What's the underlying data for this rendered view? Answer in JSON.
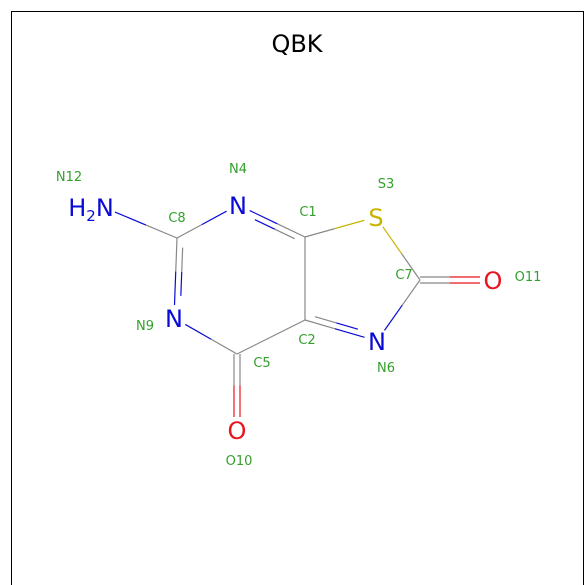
{
  "title": "QBK",
  "colors": {
    "N": "#0a0ad6",
    "O": "#e8141e",
    "S": "#c8b400",
    "C": "#888888",
    "index": "#33a02c"
  },
  "atoms": [
    {
      "id": "N12",
      "symbol": "H2N",
      "element": "N",
      "index_label": "N12"
    },
    {
      "id": "C8",
      "symbol": "",
      "element": "C",
      "index_label": "C8"
    },
    {
      "id": "N4",
      "symbol": "N",
      "element": "N",
      "index_label": "N4"
    },
    {
      "id": "C1",
      "symbol": "",
      "element": "C",
      "index_label": "C1"
    },
    {
      "id": "S3",
      "symbol": "S",
      "element": "S",
      "index_label": "S3"
    },
    {
      "id": "C7",
      "symbol": "",
      "element": "C",
      "index_label": "C7"
    },
    {
      "id": "O11",
      "symbol": "O",
      "element": "O",
      "index_label": "O11"
    },
    {
      "id": "N6",
      "symbol": "N",
      "element": "N",
      "index_label": "N6"
    },
    {
      "id": "C2",
      "symbol": "",
      "element": "C",
      "index_label": "C2"
    },
    {
      "id": "C5",
      "symbol": "",
      "element": "C",
      "index_label": "C5"
    },
    {
      "id": "O10",
      "symbol": "O",
      "element": "O",
      "index_label": "O10"
    },
    {
      "id": "N9",
      "symbol": "N",
      "element": "N",
      "index_label": "N9"
    }
  ],
  "bonds": [
    {
      "a": "N12",
      "b": "C8",
      "order": 1
    },
    {
      "a": "C8",
      "b": "N4",
      "order": 1
    },
    {
      "a": "N4",
      "b": "C1",
      "order": 2
    },
    {
      "a": "C1",
      "b": "S3",
      "order": 1
    },
    {
      "a": "S3",
      "b": "C7",
      "order": 1
    },
    {
      "a": "C7",
      "b": "O11",
      "order": 2
    },
    {
      "a": "C7",
      "b": "N6",
      "order": 1
    },
    {
      "a": "N6",
      "b": "C2",
      "order": 2
    },
    {
      "a": "C2",
      "b": "C1",
      "order": 1
    },
    {
      "a": "C2",
      "b": "C5",
      "order": 1
    },
    {
      "a": "C5",
      "b": "O10",
      "order": 2
    },
    {
      "a": "C5",
      "b": "N9",
      "order": 1
    },
    {
      "a": "N9",
      "b": "C8",
      "order": 2
    }
  ]
}
